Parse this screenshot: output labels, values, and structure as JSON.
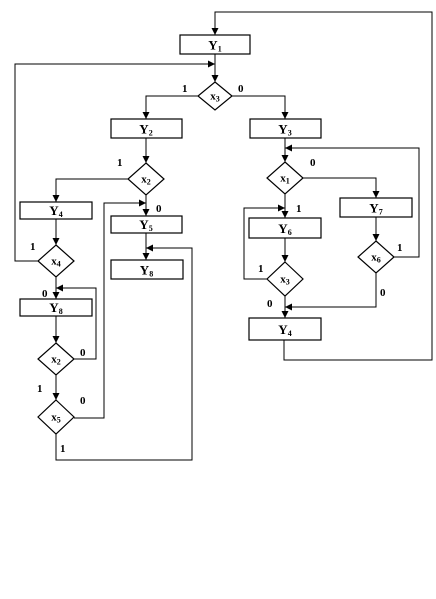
{
  "blocks": [
    {
      "id": "b0",
      "name": "Y",
      "sub": "1"
    },
    {
      "id": "b1",
      "name": "Y",
      "sub": "2"
    },
    {
      "id": "b2",
      "name": "Y",
      "sub": "3"
    },
    {
      "id": "b3",
      "name": "Y",
      "sub": "4"
    },
    {
      "id": "b4",
      "name": "Y",
      "sub": "5"
    },
    {
      "id": "b5",
      "name": "Y",
      "sub": "8"
    },
    {
      "id": "b6",
      "name": "Y",
      "sub": "8"
    },
    {
      "id": "b7",
      "name": "Y",
      "sub": "6"
    },
    {
      "id": "b8",
      "name": "Y",
      "sub": "7"
    },
    {
      "id": "b9",
      "name": "Y",
      "sub": "4"
    }
  ],
  "conditions": [
    {
      "id": "c0",
      "name": "x",
      "sub": "3"
    },
    {
      "id": "c1",
      "name": "x",
      "sub": "2"
    },
    {
      "id": "c2",
      "name": "x",
      "sub": "4"
    },
    {
      "id": "c3",
      "name": "x",
      "sub": "2"
    },
    {
      "id": "c4",
      "name": "x",
      "sub": "5"
    },
    {
      "id": "c5",
      "name": "x",
      "sub": "1"
    },
    {
      "id": "c6",
      "name": "x",
      "sub": "3"
    },
    {
      "id": "c7",
      "name": "x",
      "sub": "6"
    }
  ],
  "branch_labels": [
    "1",
    "0",
    "1",
    "0",
    "1",
    "0",
    "1",
    "0",
    "0",
    "1",
    "0",
    "1",
    "1",
    "0",
    "0",
    "1"
  ]
}
